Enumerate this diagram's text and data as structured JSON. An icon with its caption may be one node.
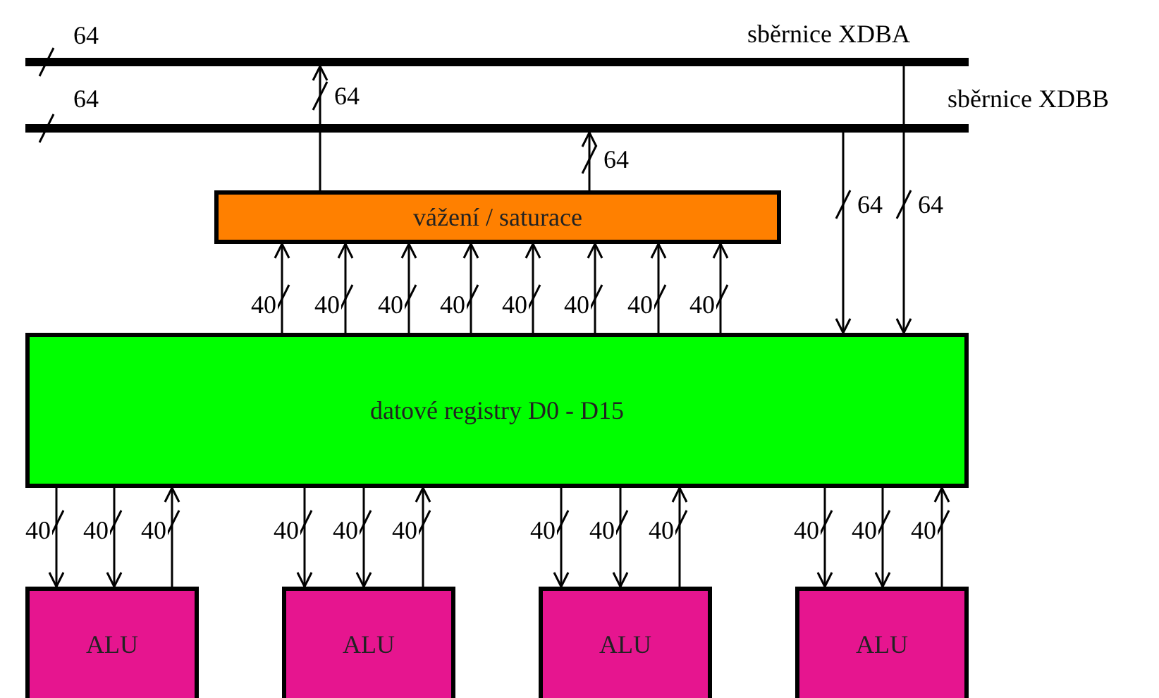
{
  "diagram": {
    "nodes": [
      {
        "text": [
          "sběrnice XDBA"
        ],
        "beside": [
          "64"
        ]
      },
      {
        "text": [
          "sběrnice XDBB"
        ],
        "beside": [
          "64"
        ]
      },
      {
        "text": [
          "vážení / saturace"
        ]
      },
      {
        "text": [
          "datové registry D0 - D15"
        ]
      },
      {
        "text": [
          "ALU"
        ]
      },
      {
        "text": [
          "ALU"
        ]
      },
      {
        "text": [
          "ALU"
        ]
      },
      {
        "text": [
          "ALU"
        ]
      }
    ],
    "edges": [
      {
        "from": 2,
        "to": 0,
        "arrow": "to",
        "label": "64"
      },
      {
        "from": 2,
        "to": 1,
        "arrow": "to",
        "label": "64"
      },
      {
        "from": 1,
        "to": 3,
        "arrow": "to",
        "label": "64"
      },
      {
        "from": 0,
        "to": 3,
        "arrow": "to",
        "label": "64"
      },
      {
        "from": 3,
        "to": 2,
        "arrow": "to",
        "label": "40"
      },
      {
        "from": 3,
        "to": 2,
        "arrow": "to",
        "label": "40"
      },
      {
        "from": 3,
        "to": 2,
        "arrow": "to",
        "label": "40"
      },
      {
        "from": 3,
        "to": 2,
        "arrow": "to",
        "label": "40"
      },
      {
        "from": 3,
        "to": 2,
        "arrow": "to",
        "label": "40"
      },
      {
        "from": 3,
        "to": 2,
        "arrow": "to",
        "label": "40"
      },
      {
        "from": 3,
        "to": 2,
        "arrow": "to",
        "label": "40"
      },
      {
        "from": 3,
        "to": 2,
        "arrow": "to",
        "label": "40"
      },
      {
        "from": 3,
        "to": 4,
        "arrow": "to",
        "label": "40"
      },
      {
        "from": 3,
        "to": 4,
        "arrow": "to",
        "label": "40"
      },
      {
        "from": 4,
        "to": 3,
        "arrow": "to",
        "label": "40"
      },
      {
        "from": 3,
        "to": 5,
        "arrow": "to",
        "label": "40"
      },
      {
        "from": 3,
        "to": 5,
        "arrow": "to",
        "label": "40"
      },
      {
        "from": 5,
        "to": 3,
        "arrow": "to",
        "label": "40"
      },
      {
        "from": 3,
        "to": 6,
        "arrow": "to",
        "label": "40"
      },
      {
        "from": 3,
        "to": 6,
        "arrow": "to",
        "label": "40"
      },
      {
        "from": 6,
        "to": 3,
        "arrow": "to",
        "label": "40"
      },
      {
        "from": 3,
        "to": 7,
        "arrow": "to",
        "label": "40"
      },
      {
        "from": 3,
        "to": 7,
        "arrow": "to",
        "label": "40"
      },
      {
        "from": 7,
        "to": 3,
        "arrow": "to",
        "label": "40"
      }
    ]
  }
}
